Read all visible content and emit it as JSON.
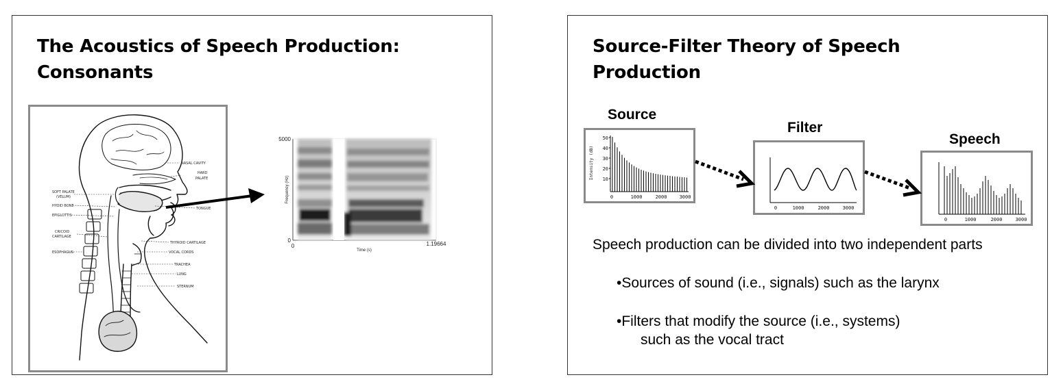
{
  "slide1": {
    "title_line1": "The Acoustics of Speech Production:",
    "title_line2": "Consonants",
    "anatomy_labels": {
      "nasal_cavity": "NASAL CAVITY",
      "hard_palate_1": "HARD",
      "hard_palate_2": "PALATE",
      "soft_palate_1": "SOFT PALATE",
      "soft_palate_2": "(VELUM)",
      "hyoid": "HYOID BONE",
      "epiglottis": "EPIGLOTTIS",
      "tongue": "TONGUE",
      "cricoid_1": "CRICOID",
      "cricoid_2": "CARTILAGE",
      "esophagus": "ESOPHAGUS",
      "thyroid": "THYROID CARTILAGE",
      "vocal_cords": "VOCAL CORDS",
      "trachea": "TRACHEA",
      "lung": "LUNG",
      "sternum": "STERNUM"
    },
    "spectrogram": {
      "y_max": "5000",
      "y_min": "0",
      "x_min": "0",
      "x_max": "1.19664",
      "y_label": "Frequency (Hz)",
      "x_label": "Time (s)"
    }
  },
  "slide2": {
    "title_line1": "Source-Filter Theory of Speech",
    "title_line2": "Production",
    "source_label": "Source",
    "filter_label": "Filter",
    "speech_label": "Speech",
    "source_y_label": "Intensity (dB)",
    "source_y_ticks": [
      "50",
      "40",
      "30",
      "20",
      "10"
    ],
    "x_ticks": [
      "0",
      "1000",
      "2000",
      "3000"
    ],
    "body_text": "Speech production can be divided into two independent parts",
    "bullet1": "•Sources of sound (i.e., signals) such as the larynx",
    "bullet2_line1": "•Filters that modify the source (i.e., systems)",
    "bullet2_line2": "such as the vocal tract"
  }
}
